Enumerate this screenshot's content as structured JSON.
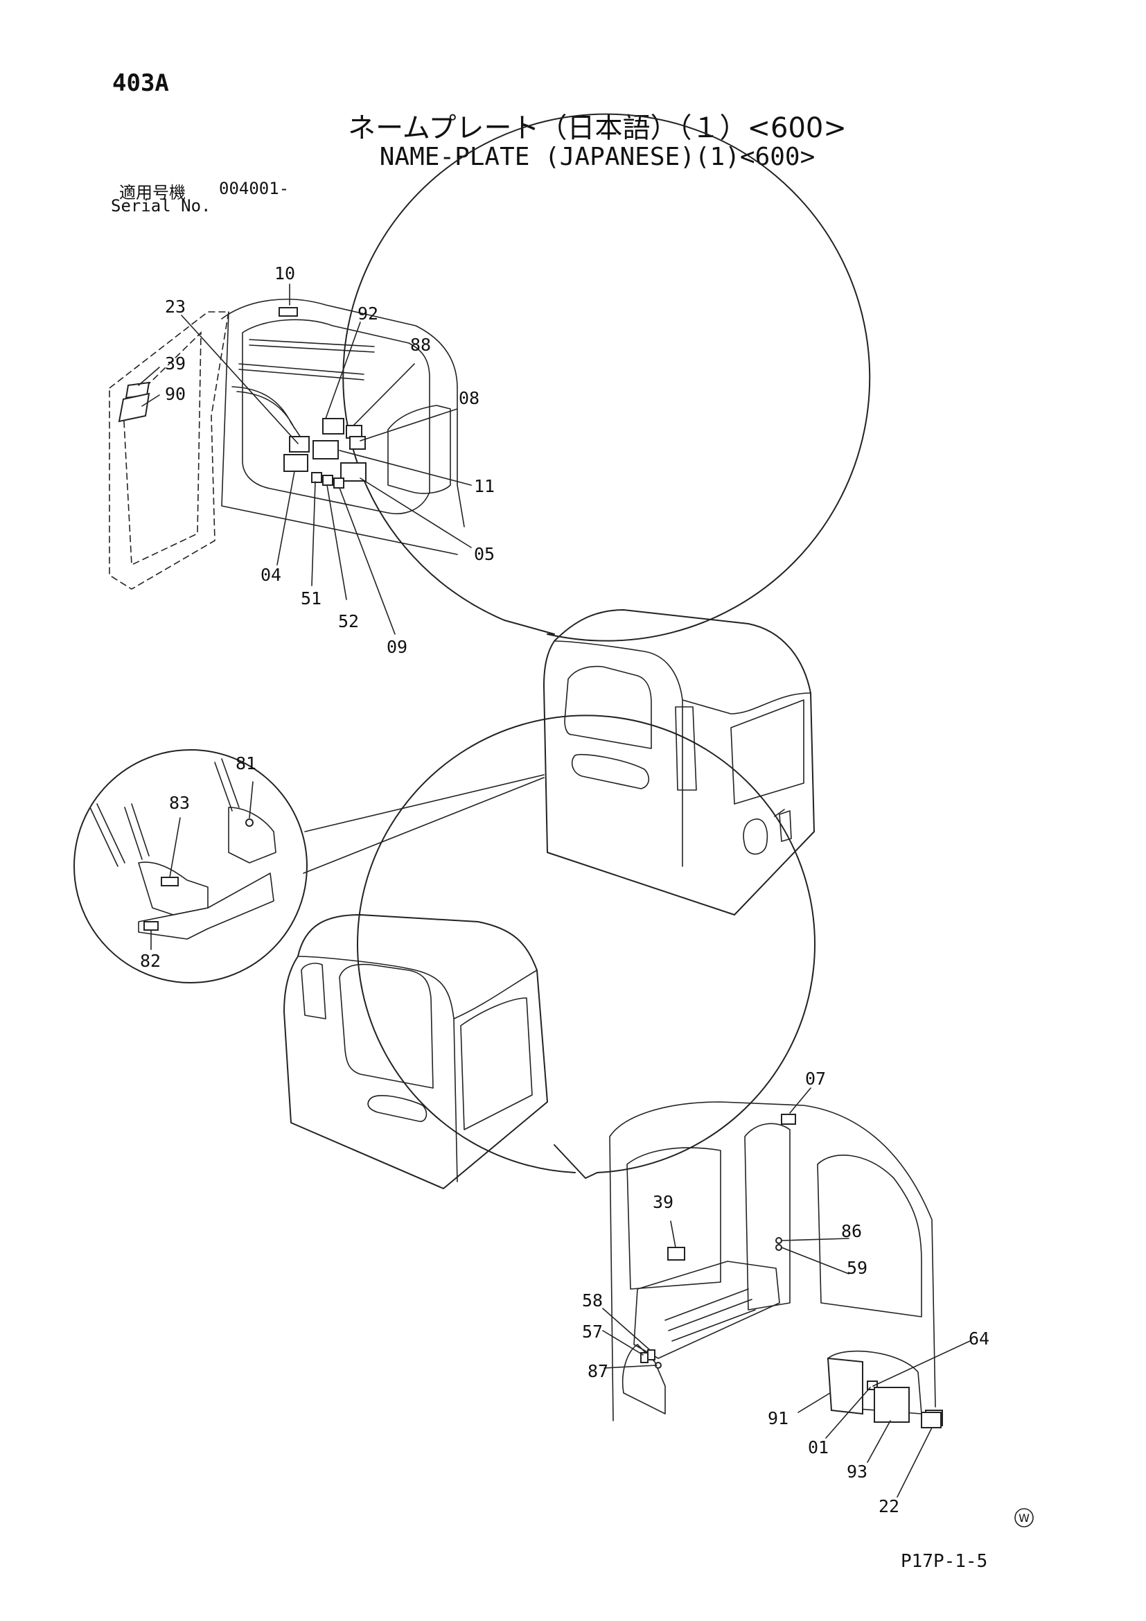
{
  "header": {
    "page_id": "403A",
    "title_ja": "ネームプレート（日本語）（１）<600>",
    "title_en": "NAME-PLATE (JAPANESE)(1)<600>",
    "serial_label_ja": "適用号機",
    "serial_number": "004001-",
    "serial_label_en": "Serial No."
  },
  "callouts": {
    "c10": "10",
    "c23": "23",
    "c92": "92",
    "c88": "88",
    "c39a": "39",
    "c90": "90",
    "c08": "08",
    "c11": "11",
    "c05": "05",
    "c04": "04",
    "c51": "51",
    "c52": "52",
    "c09": "09",
    "c81": "81",
    "c83": "83",
    "c82": "82",
    "c07": "07",
    "c39b": "39",
    "c86": "86",
    "c59": "59",
    "c58": "58",
    "c57": "57",
    "c87": "87",
    "c64": "64",
    "c91": "91",
    "c01": "01",
    "c93": "93",
    "c22": "22"
  },
  "footer": {
    "symbol": "W",
    "code": "P17P-1-5"
  }
}
